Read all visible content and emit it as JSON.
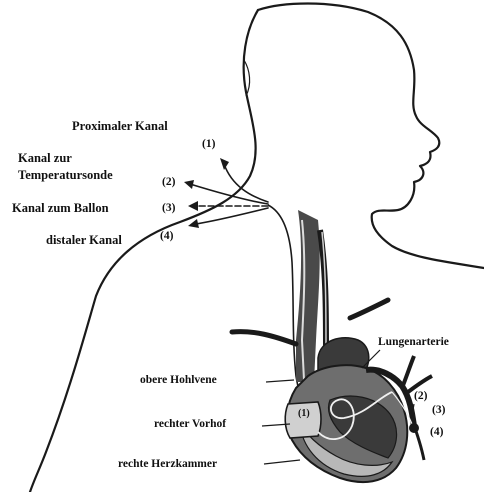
{
  "catheter_channels": [
    {
      "name": "Proximaler Kanal",
      "number": "(1)"
    },
    {
      "name_line1": "Kanal zur",
      "name_line2": "Temperatursonde",
      "number": "(2)"
    },
    {
      "name": "Kanal zum Ballon",
      "number": "(3)"
    },
    {
      "name": "distaler Kanal",
      "number": "(4)"
    }
  ],
  "anatomy": {
    "pulmonary_artery": "Lungenarterie",
    "superior_vena_cava": "obere Hohlvene",
    "right_atrium": "rechter Vorhof",
    "right_ventricle": "rechte Herzkammer",
    "atrium_marker": "(1)",
    "tip_markers": [
      "(2)",
      "(3)",
      "(4)"
    ]
  },
  "colors": {
    "outline": "#1a1a1a",
    "heart_dark": "#3a3a3a",
    "heart_mid": "#6e6e6e",
    "heart_light": "#b8b8b8",
    "vessel_fill": "#4a4a4a"
  }
}
